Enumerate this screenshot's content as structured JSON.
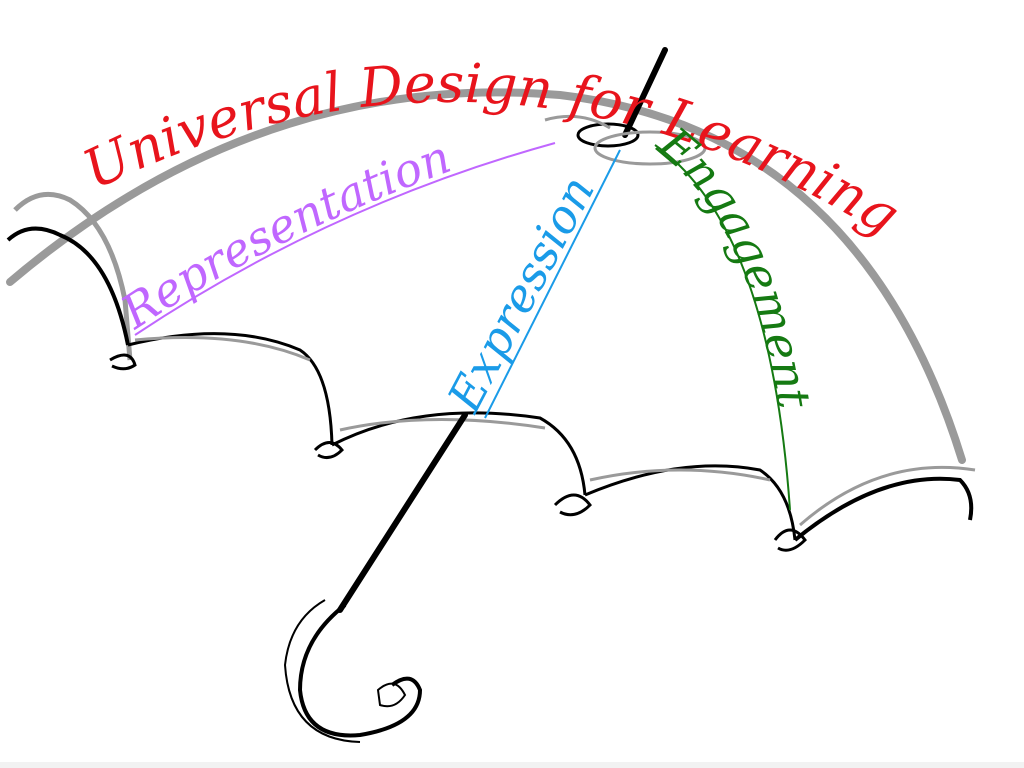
{
  "title": {
    "text": "Universal Design for Learning",
    "color": "#e8141c"
  },
  "ribs": {
    "representation": {
      "text": "Representation",
      "color": "#c067ff"
    },
    "expression": {
      "text": "Expression",
      "color": "#1a9be8"
    },
    "engagement": {
      "text": "Engagement",
      "color": "#157a12"
    }
  },
  "icons": {
    "umbrella": "umbrella-icon"
  }
}
